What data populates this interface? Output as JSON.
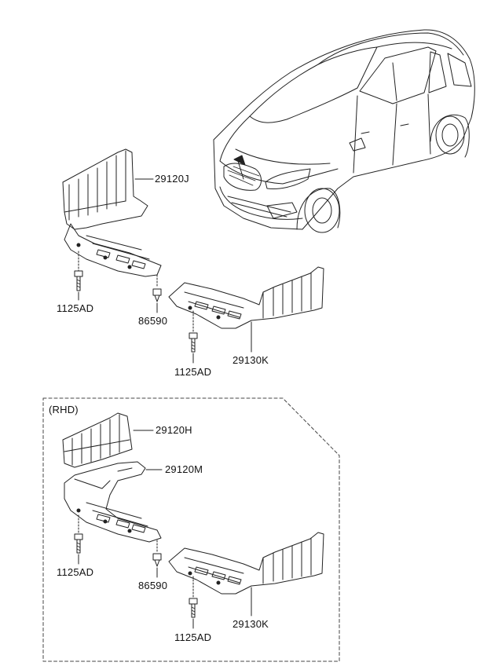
{
  "diagram": {
    "section_label": "(RHD)",
    "labels": {
      "upper_left_cover": "29120J",
      "upper_left_bolt": "1125AD",
      "upper_clip": "86590",
      "upper_right_cover": "29130K",
      "upper_right_bolt": "1125AD",
      "rhd_small_cover": "29120H",
      "rhd_left_cover": "29120M",
      "rhd_left_bolt": "1125AD",
      "rhd_clip": "86590",
      "rhd_right_cover": "29130K",
      "rhd_right_bolt": "1125AD"
    }
  }
}
